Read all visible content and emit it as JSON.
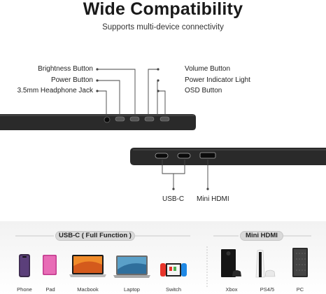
{
  "header": {
    "title": "Wide Compatibility",
    "subtitle": "Supports multi-device connectivity"
  },
  "side_view": {
    "left_labels": [
      "Brightness Button",
      "Power Button",
      "3.5mm Headphone Jack"
    ],
    "right_labels": [
      "Volume Button",
      "Power Indicator Light",
      "OSD Button"
    ]
  },
  "bottom_view": {
    "port_labels": [
      "USB-C",
      "Mini HDMI"
    ]
  },
  "compatibility": {
    "usbc_group_label": "USB-C ( Full Function )",
    "hdmi_group_label": "Mini HDMI",
    "usbc_devices": [
      "Phone",
      "Pad",
      "Macbook",
      "Laptop",
      "Switch"
    ],
    "hdmi_devices": [
      "Xbox",
      "PS4/5",
      "PC"
    ],
    "colors": {
      "monitor_body": "#2a2a2a",
      "pill_bg": "#d9d9d9"
    }
  }
}
